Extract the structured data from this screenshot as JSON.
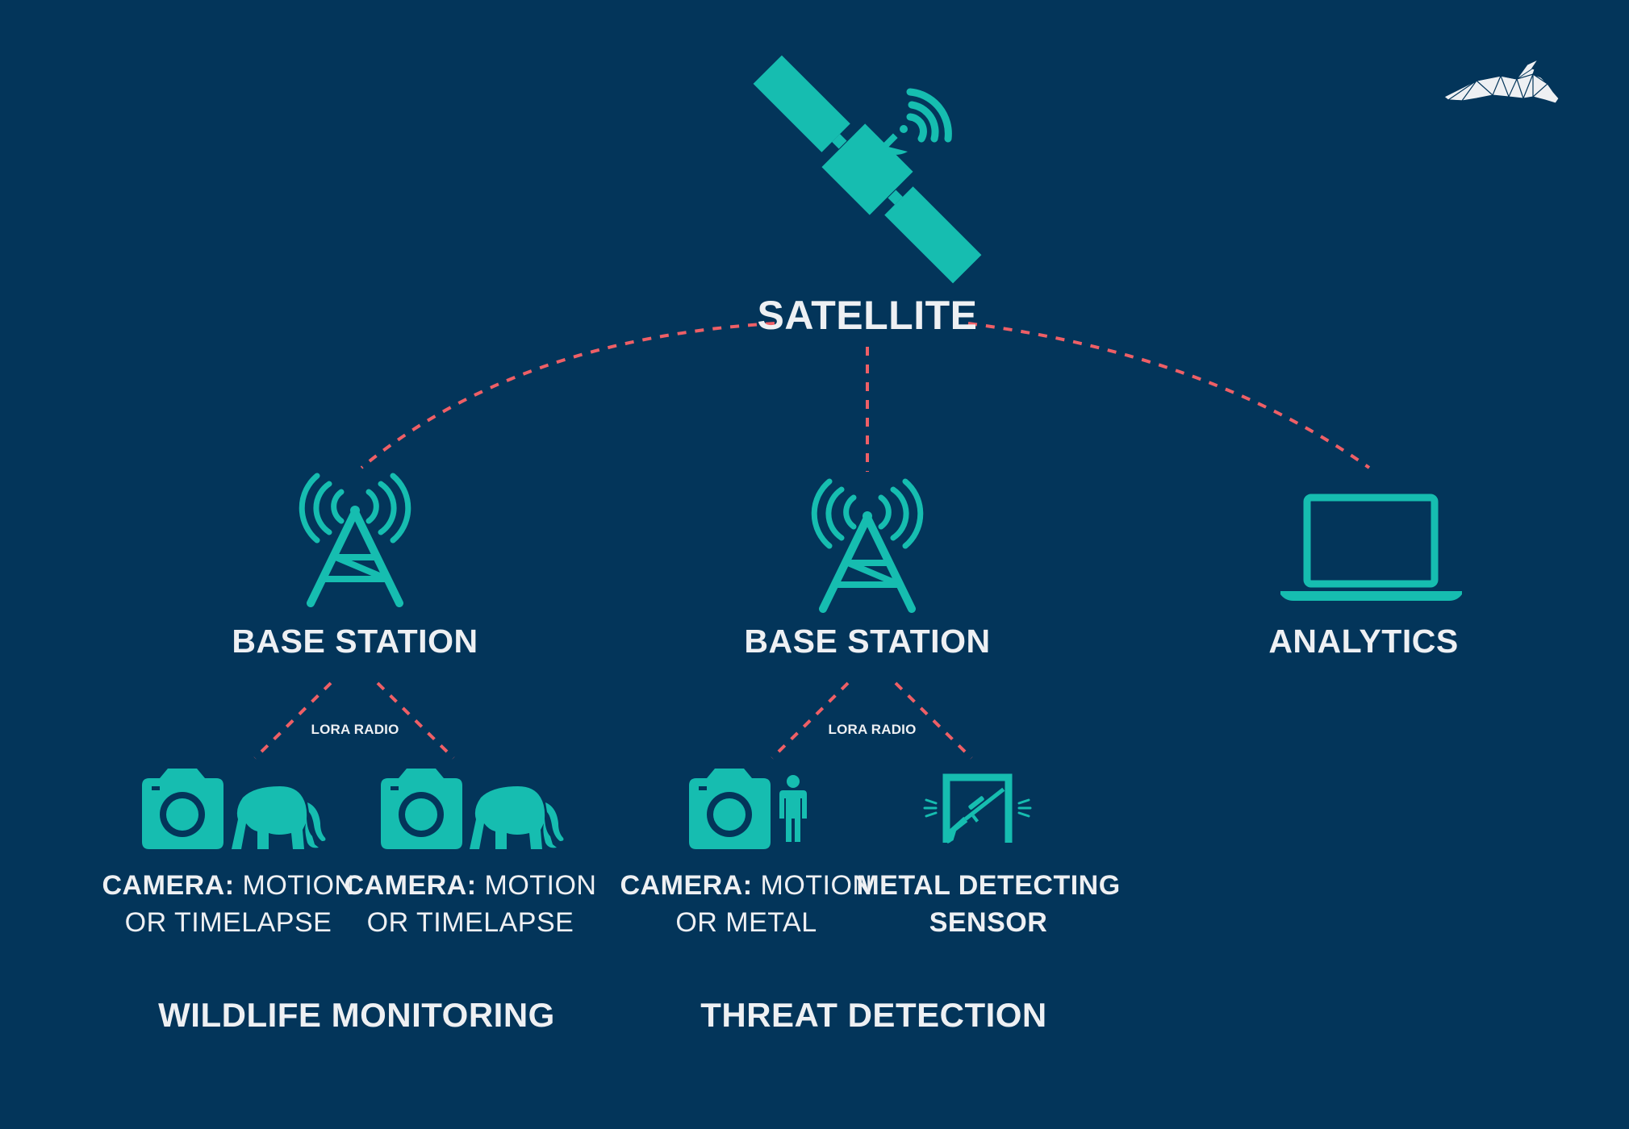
{
  "colors": {
    "background": "#03355a",
    "icon": "#16bdb0",
    "link": "#ee5f66",
    "text": "#eef0f3"
  },
  "satellite": {
    "label": "SATELLITE",
    "icon": "satellite-icon"
  },
  "nodes": {
    "base_station_left": {
      "label": "BASE STATION",
      "icon": "radio-tower-icon"
    },
    "base_station_center": {
      "label": "BASE STATION",
      "icon": "radio-tower-icon"
    },
    "analytics": {
      "label": "ANALYTICS",
      "icon": "laptop-icon"
    }
  },
  "links": {
    "lora_left": "LORA RADIO",
    "lora_center": "LORA RADIO"
  },
  "devices": {
    "camera_1": {
      "bold": "CAMERA:",
      "rest": " MOTION",
      "line2": "OR TIMELAPSE",
      "icons": [
        "camera-icon",
        "elephant-icon"
      ]
    },
    "camera_2": {
      "bold": "CAMERA:",
      "rest": " MOTION",
      "line2": "OR TIMELAPSE",
      "icons": [
        "camera-icon",
        "elephant-icon"
      ]
    },
    "camera_3": {
      "bold": "CAMERA:",
      "rest": " MOTION",
      "line2": "OR METAL",
      "icons": [
        "camera-icon",
        "person-icon"
      ]
    },
    "metal_sensor": {
      "line1": "METAL DETECTING",
      "line2": "SENSOR",
      "icons": [
        "metal-detector-gate-icon",
        "rifle-icon"
      ]
    }
  },
  "groups": {
    "wildlife": "WILDLIFE MONITORING",
    "threat": "THREAT DETECTION"
  },
  "logo": {
    "icon": "hare-logo-icon"
  }
}
